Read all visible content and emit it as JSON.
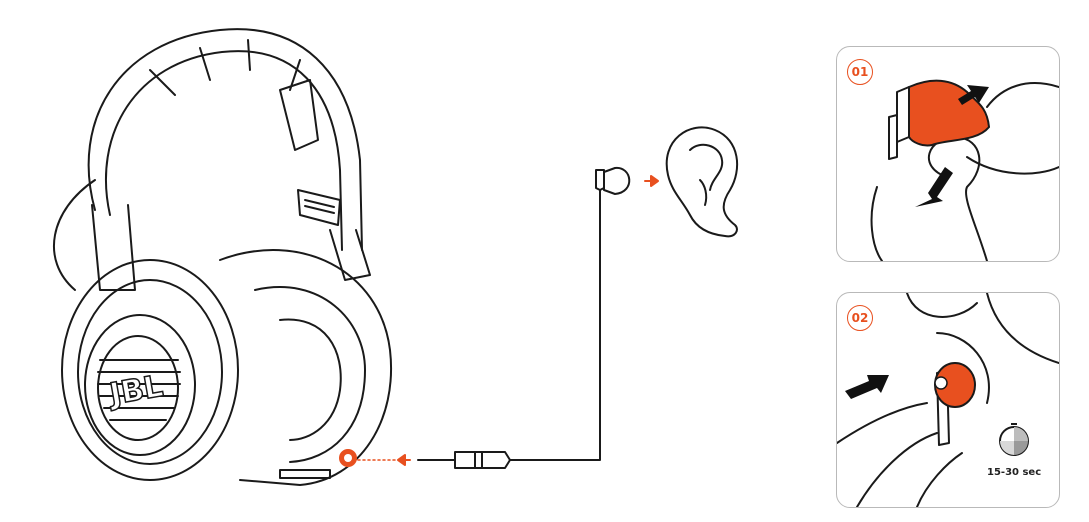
{
  "brand": {
    "logo_text": "JBL"
  },
  "colors": {
    "accent": "#e8501f",
    "line": "#1a1a1a",
    "panel_border": "#b9b9b9"
  },
  "steps": [
    {
      "number": "01"
    },
    {
      "number": "02",
      "timer_label": "15-30 sec"
    }
  ],
  "timer": {
    "elapsed_fraction": 0.25
  },
  "icons": [
    "headset-illustration",
    "earbud-illustration",
    "ear-illustration",
    "arrow-right-icon",
    "arrow-left-icon",
    "timer-icon"
  ]
}
